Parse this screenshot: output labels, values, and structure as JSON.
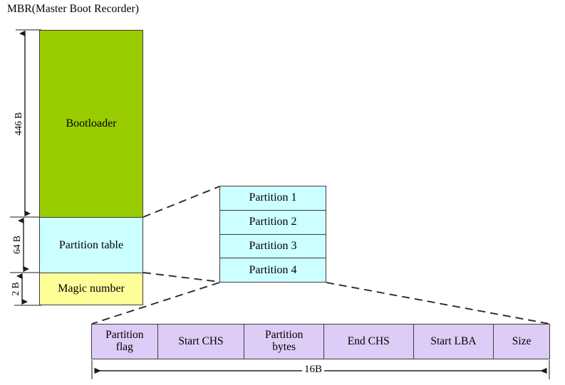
{
  "title": "MBR(Master Boot Recorder)",
  "colors": {
    "bootloader": "#99cc00",
    "partition_table": "#ccffff",
    "magic_number": "#ffff99",
    "partition_stack": "#ccffff",
    "field_table": "#ddccf5",
    "stroke": "#3d3d3d",
    "background": "#ffffff"
  },
  "mbr": {
    "blocks": [
      {
        "label": "Bootloader",
        "size_label": "446 B"
      },
      {
        "label": "Partition table",
        "size_label": "64 B"
      },
      {
        "label": "Magic number",
        "size_label": "2 B"
      }
    ]
  },
  "partition_stack": {
    "rows": [
      {
        "label": "Partition 1"
      },
      {
        "label": "Partition 2"
      },
      {
        "label": "Partition 3"
      },
      {
        "label": "Partition 4"
      }
    ]
  },
  "field_table": {
    "total_size_label": "16B",
    "cells": [
      {
        "line1": "Partition",
        "line2": "flag"
      },
      {
        "line1": "Start CHS",
        "line2": ""
      },
      {
        "line1": "Partition",
        "line2": "bytes"
      },
      {
        "line1": "End CHS",
        "line2": ""
      },
      {
        "line1": "Start LBA",
        "line2": ""
      },
      {
        "line1": "Size",
        "line2": ""
      }
    ]
  }
}
